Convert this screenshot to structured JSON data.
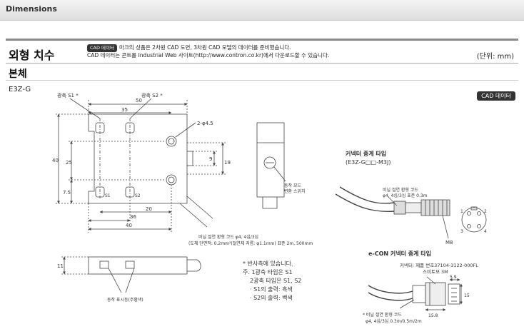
{
  "header": {
    "title": "Dimensions"
  },
  "section": {
    "title": "외형 치수",
    "cad_badge": "CAD 데이터",
    "note_line1": "마크의 상품은 2차원 CAD 도면, 3차원 CAD 모델의 데이터를 준비했습니다.",
    "note_line2": "CAD 데이터는 콘트롤 Industrial Web 사이트(http://www.contron.co.kr)에서 다운로드할 수 있습니다.",
    "unit": "(단위: mm)"
  },
  "body": {
    "title": "본체",
    "model": "E3Z-G",
    "cad_badge": "CAD 데이터"
  },
  "drawing": {
    "labels": {
      "emitter_s1": "광축 S1 *",
      "emitter_s2": "광축 S2 *",
      "hole": "2-φ4.5",
      "dim_50": "50",
      "dim_35": "35",
      "dim_40h": "40",
      "dim_25": "25",
      "dim_7_5": "7.5",
      "dim_20": "20",
      "dim_36": "36",
      "dim_40w": "40",
      "dim_9": "9",
      "dim_19": "19",
      "dim_11": "11",
      "s1": "S1",
      "s2": "S2",
      "selector_line1": "동작 모드",
      "selector_line2": "변환 스위치",
      "cable_line1": "비닐 절연 환형 코드 φ4, 4심/3심",
      "cable_line2": "(도체 단면적: 0.2mm²(절연체 지름: φ1.1mm) 표준 2m, 500mm",
      "indicator": "동작 표시등(주황색)",
      "footnote": [
        "* 반사측에 있습니다.",
        "주. 1광축 타입은 S1",
        "2광축 타입은 S1, S2",
        "· S1의 출력: 흑색",
        "· S2의 출력: 백색"
      ],
      "connector_title": "커넥터 중계 타입",
      "connector_model": "(E3Z-G□□-M3J)",
      "connector_cable_line1": "비닐 절연 환형 코드",
      "connector_cable_line2": "φ4, 4심/3심 표준 0.3m",
      "m8": "M8",
      "pins": [
        "1",
        "2",
        "3",
        "4"
      ],
      "econ_title": "e-CON 커넥터 중계 타입",
      "econ_note_line1": "커넥터: 제품 번호37104-3122-000FL",
      "econ_note_line2": "스미토모 3M",
      "econ_cable_line1": "* 비닐 절연 환형 코드",
      "econ_cable_line2": "φ4, 4심/3심 0.3m/0.5m/2m",
      "dim_5_9": "5.9",
      "dim_15": "15",
      "dim_15_8": "15.8"
    }
  }
}
